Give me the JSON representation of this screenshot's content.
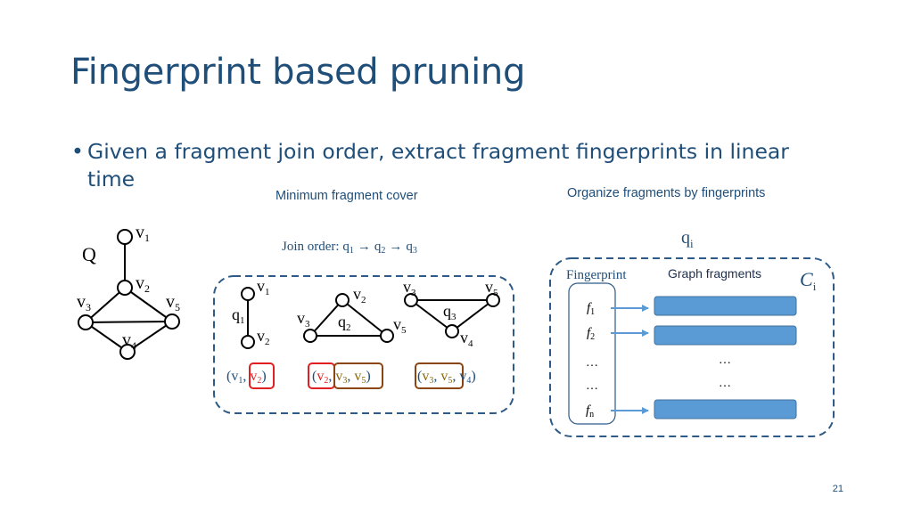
{
  "slide": {
    "title": "Fingerprint based pruning",
    "bullet_glyph": "•",
    "bullet": "Given a fragment join order, extract fragment fingerprints in linear time",
    "min_cover_label": "Minimum fragment cover",
    "organize_label": "Organize fragments by fingerprints",
    "page_number": "21"
  },
  "query_graph": {
    "name": "Q",
    "vertices": [
      {
        "base": "v",
        "sub": "1"
      },
      {
        "base": "v",
        "sub": "2"
      },
      {
        "base": "v",
        "sub": "3"
      },
      {
        "base": "v",
        "sub": "5"
      },
      {
        "base": "v",
        "sub": "4"
      }
    ]
  },
  "join_order": {
    "prefix": "Join order: ",
    "items": [
      {
        "base": "q",
        "sub": "1"
      },
      {
        "base": "q",
        "sub": "2"
      },
      {
        "base": "q",
        "sub": "3"
      }
    ],
    "arrow": "→"
  },
  "fragments": [
    {
      "name": {
        "base": "q",
        "sub": "1"
      },
      "vertices": [
        {
          "base": "v",
          "sub": "1"
        },
        {
          "base": "v",
          "sub": "2"
        }
      ],
      "tuple": [
        {
          "base": "v",
          "sub": "1"
        },
        {
          "base": "v",
          "sub": "2"
        }
      ]
    },
    {
      "name": {
        "base": "q",
        "sub": "2"
      },
      "vertices": [
        {
          "base": "v",
          "sub": "2"
        },
        {
          "base": "v",
          "sub": "3"
        },
        {
          "base": "v",
          "sub": "5"
        }
      ],
      "tuple": [
        {
          "base": "v",
          "sub": "2"
        },
        {
          "base": "v",
          "sub": "3"
        },
        {
          "base": "v",
          "sub": "5"
        }
      ]
    },
    {
      "name": {
        "base": "q",
        "sub": "3"
      },
      "vertices": [
        {
          "base": "v",
          "sub": "3"
        },
        {
          "base": "v",
          "sub": "5"
        },
        {
          "base": "v",
          "sub": "4"
        }
      ],
      "tuple": [
        {
          "base": "v",
          "sub": "3"
        },
        {
          "base": "v",
          "sub": "5"
        },
        {
          "base": "v",
          "sub": "4"
        }
      ]
    }
  ],
  "index": {
    "q_label": {
      "base": "q",
      "sub": "i"
    },
    "c_label": {
      "base": "C",
      "sub": "i"
    },
    "fingerprint_header": "Fingerprint",
    "fragments_header": "Graph fragments",
    "fingerprints": [
      {
        "base": "f",
        "sub": "1"
      },
      {
        "base": "f",
        "sub": "2"
      },
      {
        "base": "…",
        "sub": ""
      },
      {
        "base": "…",
        "sub": ""
      },
      {
        "base": "f",
        "sub": "n"
      }
    ],
    "fragment_ellipsis": [
      "…",
      "…"
    ]
  },
  "colors": {
    "title": "#1f4e79",
    "edge": "#000000",
    "dash": "#2e5a87",
    "bar_fill": "#5b9bd5",
    "bar_stroke": "#41719c",
    "arrow": "#5b9bd5",
    "red_box": "#e02020",
    "brown_box": "#8b4513",
    "red_text": "#e02020",
    "olive_text": "#8b6508"
  }
}
